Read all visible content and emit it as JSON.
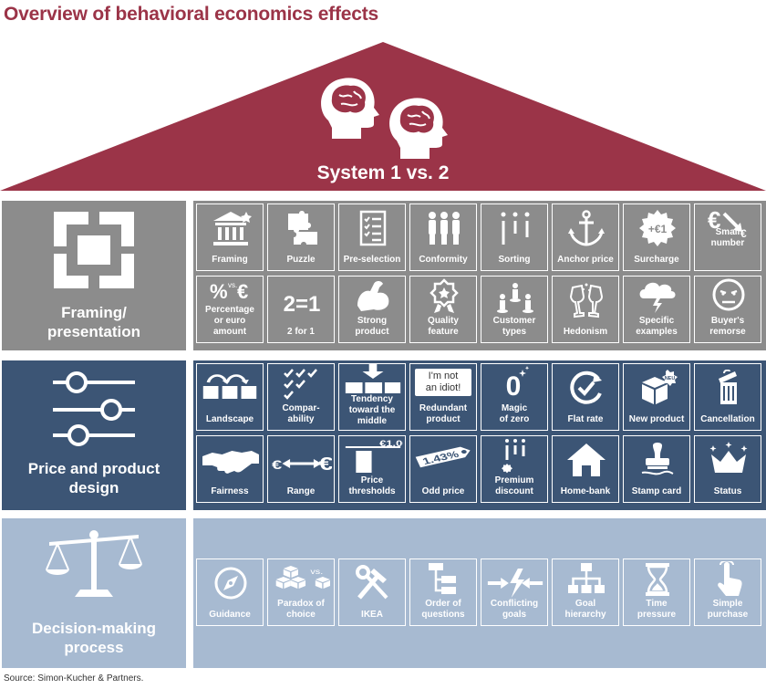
{
  "title": "Overview of behavioral economics effects",
  "roof": {
    "label": "System 1 vs. 2",
    "color": "#9b3448",
    "icons": [
      "brain-head-icon",
      "brain-head-icon"
    ]
  },
  "colors": {
    "title": "#9b3448",
    "framing": "#8c8c8c",
    "price": "#3c5575",
    "decision": "#a7bad1"
  },
  "sections": {
    "framing": {
      "label": "Framing/\npresentation",
      "icon": "frame-corners-icon",
      "tiles": [
        {
          "label": "Framing",
          "icon": "temple-icon"
        },
        {
          "label": "Puzzle",
          "icon": "puzzle-icon"
        },
        {
          "label": "Pre-selection",
          "icon": "checklist-icon"
        },
        {
          "label": "Conformity",
          "icon": "group-people-icon"
        },
        {
          "label": "Sorting",
          "icon": "sorting-icon"
        },
        {
          "label": "Anchor price",
          "icon": "anchor-icon"
        },
        {
          "label": "Surcharge",
          "icon": "surcharge-badge-icon"
        },
        {
          "label": "Small\nnumber",
          "icon": "euro-arrow-icon"
        },
        {
          "label": "Percentage\nor euro\namount",
          "icon": "percent-vs-euro-icon"
        },
        {
          "label": "2 for 1",
          "icon": "two-equals-one-icon"
        },
        {
          "label": "Strong\nproduct",
          "icon": "flexed-arm-icon"
        },
        {
          "label": "Quality\nfeature",
          "icon": "ribbon-award-icon"
        },
        {
          "label": "Customer\ntypes",
          "icon": "customer-types-icon"
        },
        {
          "label": "Hedonism",
          "icon": "champagne-icon"
        },
        {
          "label": "Specific\nexamples",
          "icon": "storm-cloud-icon"
        },
        {
          "label": "Buyer's\nremorse",
          "icon": "frown-face-icon"
        }
      ]
    },
    "price": {
      "label": "Price and product\ndesign",
      "icon": "sliders-icon",
      "tiles": [
        {
          "label": "Landscape",
          "icon": "boxes-arrows-icon"
        },
        {
          "label": "Compar-\nability",
          "icon": "checkmarks-icon"
        },
        {
          "label": "Tendency\ntoward the\nmiddle",
          "icon": "middle-arrow-icon"
        },
        {
          "label": "Redundant\nproduct",
          "icon": "speech-note-icon",
          "note": "I'm not\nan idiot!"
        },
        {
          "label": "Magic\nof zero",
          "icon": "zero-sparkle-icon",
          "glyph": "0"
        },
        {
          "label": "Flat rate",
          "icon": "circular-check-icon"
        },
        {
          "label": "New product",
          "icon": "new-box-icon",
          "badge": "NEU"
        },
        {
          "label": "Cancellation",
          "icon": "trash-bin-icon"
        },
        {
          "label": "Fairness",
          "icon": "handshake-icon"
        },
        {
          "label": "Range",
          "icon": "euro-range-icon"
        },
        {
          "label": "Price\nthresholds",
          "icon": "price-threshold-icon",
          "price": "€1.00"
        },
        {
          "label": "Odd price",
          "icon": "price-tag-icon",
          "tag": "1.43%"
        },
        {
          "label": "Premium\ndiscount",
          "icon": "premium-discount-icon"
        },
        {
          "label": "Home-bank",
          "icon": "house-icon"
        },
        {
          "label": "Stamp card",
          "icon": "stamp-icon"
        },
        {
          "label": "Status",
          "icon": "crown-icon"
        }
      ]
    },
    "decision": {
      "label": "Decision-making\nprocess",
      "icon": "balance-scale-icon",
      "tiles": [
        {
          "label": "Guidance",
          "icon": "compass-icon"
        },
        {
          "label": "Paradox of\nchoice",
          "icon": "cubes-vs-icon"
        },
        {
          "label": "IKEA",
          "icon": "hammer-wrench-icon"
        },
        {
          "label": "Order of\nquestions",
          "icon": "flow-order-icon"
        },
        {
          "label": "Conflicting\ngoals",
          "icon": "conflict-arrows-icon"
        },
        {
          "label": "Goal\nhierarchy",
          "icon": "hierarchy-icon"
        },
        {
          "label": "Time\npressure",
          "icon": "hourglass-icon"
        },
        {
          "label": "Simple\npurchase",
          "icon": "pointer-hand-icon"
        }
      ]
    }
  },
  "source": "Source: Simon-Kucher & Partners."
}
